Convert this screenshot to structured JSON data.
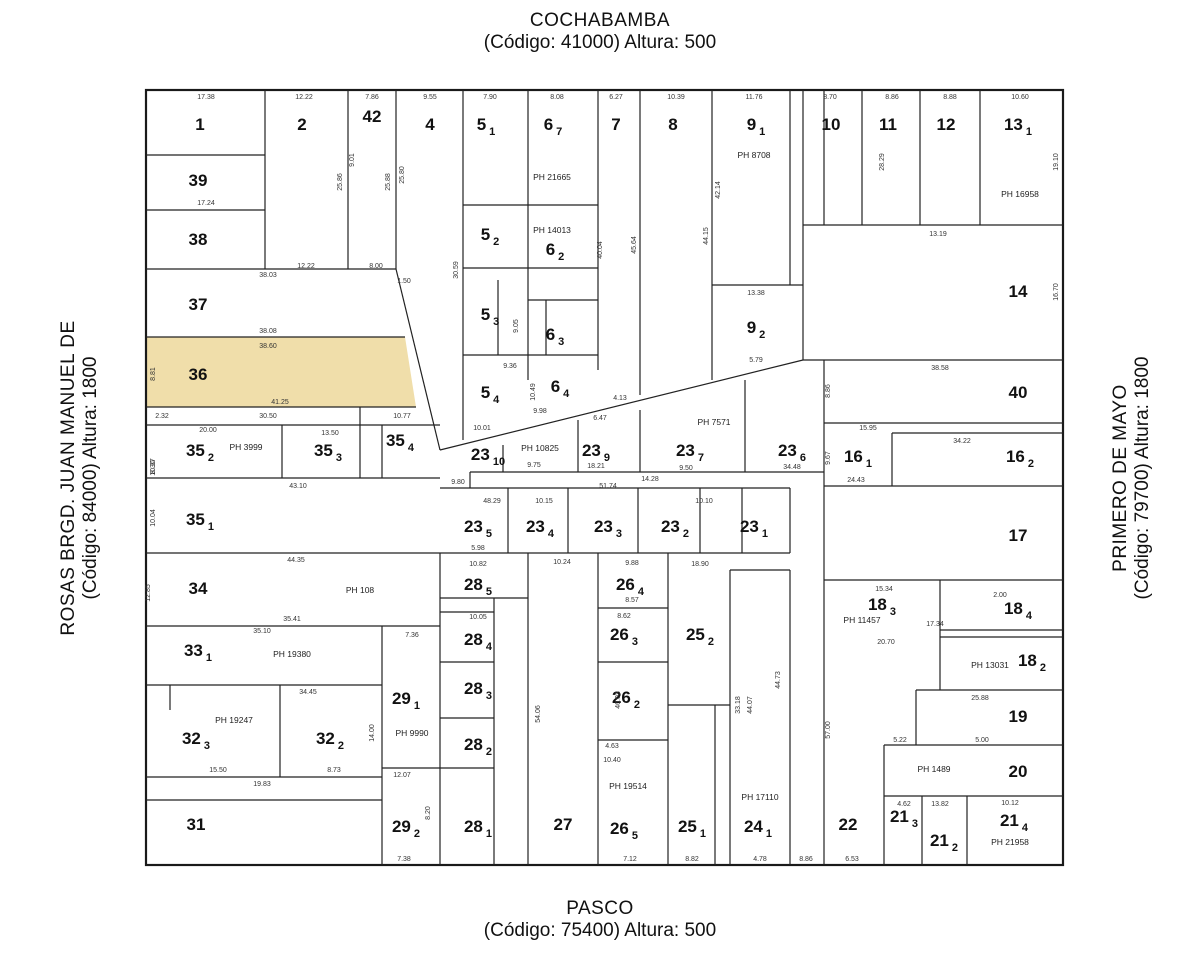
{
  "streets": {
    "top": {
      "name": "COCHABAMBA",
      "code": "(Código: 41000) Altura: 500"
    },
    "bottom": {
      "name": "PASCO",
      "code": "(Código: 75400) Altura: 500"
    },
    "left": {
      "name": "ROSAS BRGD. JUAN MANUEL DE",
      "code": "(Código: 84000) Altura: 1800"
    },
    "right": {
      "name": "PRIMERO DE MAYO",
      "code": "(Código: 79700) Altura: 1800"
    }
  },
  "colors": {
    "highlight": "#f0deaa",
    "line": "#222222"
  },
  "highlighted_parcel": "36",
  "parcels": [
    {
      "n": "1",
      "s": ""
    },
    {
      "n": "2",
      "s": ""
    },
    {
      "n": "42",
      "s": ""
    },
    {
      "n": "4",
      "s": ""
    },
    {
      "n": "5",
      "s": "1"
    },
    {
      "n": "6",
      "s": "7"
    },
    {
      "n": "7",
      "s": ""
    },
    {
      "n": "8",
      "s": ""
    },
    {
      "n": "9",
      "s": "1"
    },
    {
      "n": "10",
      "s": ""
    },
    {
      "n": "11",
      "s": ""
    },
    {
      "n": "12",
      "s": ""
    },
    {
      "n": "13",
      "s": "1"
    },
    {
      "n": "39",
      "s": ""
    },
    {
      "n": "38",
      "s": ""
    },
    {
      "n": "37",
      "s": ""
    },
    {
      "n": "36",
      "s": ""
    },
    {
      "n": "14",
      "s": ""
    },
    {
      "n": "5",
      "s": "2"
    },
    {
      "n": "6",
      "s": "2"
    },
    {
      "n": "5",
      "s": "3"
    },
    {
      "n": "6",
      "s": "3"
    },
    {
      "n": "9",
      "s": "2"
    },
    {
      "n": "5",
      "s": "4"
    },
    {
      "n": "6",
      "s": "4"
    },
    {
      "n": "40",
      "s": ""
    },
    {
      "n": "35",
      "s": "2"
    },
    {
      "n": "35",
      "s": "3"
    },
    {
      "n": "35",
      "s": "4"
    },
    {
      "n": "23",
      "s": "10"
    },
    {
      "n": "23",
      "s": "9"
    },
    {
      "n": "23",
      "s": "7"
    },
    {
      "n": "23",
      "s": "6"
    },
    {
      "n": "16",
      "s": "1"
    },
    {
      "n": "16",
      "s": "2"
    },
    {
      "n": "35",
      "s": "1"
    },
    {
      "n": "23",
      "s": "5"
    },
    {
      "n": "23",
      "s": "4"
    },
    {
      "n": "23",
      "s": "3"
    },
    {
      "n": "23",
      "s": "2"
    },
    {
      "n": "23",
      "s": "1"
    },
    {
      "n": "17",
      "s": ""
    },
    {
      "n": "34",
      "s": ""
    },
    {
      "n": "28",
      "s": "5"
    },
    {
      "n": "26",
      "s": "4"
    },
    {
      "n": "18",
      "s": "3"
    },
    {
      "n": "18",
      "s": "4"
    },
    {
      "n": "33",
      "s": "1"
    },
    {
      "n": "28",
      "s": "4"
    },
    {
      "n": "26",
      "s": "3"
    },
    {
      "n": "25",
      "s": "2"
    },
    {
      "n": "18",
      "s": "2"
    },
    {
      "n": "29",
      "s": "1"
    },
    {
      "n": "28",
      "s": "3"
    },
    {
      "n": "26",
      "s": "2"
    },
    {
      "n": "19",
      "s": ""
    },
    {
      "n": "32",
      "s": "3"
    },
    {
      "n": "32",
      "s": "2"
    },
    {
      "n": "28",
      "s": "2"
    },
    {
      "n": "20",
      "s": ""
    },
    {
      "n": "31",
      "s": ""
    },
    {
      "n": "29",
      "s": "2"
    },
    {
      "n": "28",
      "s": "1"
    },
    {
      "n": "27",
      "s": ""
    },
    {
      "n": "26",
      "s": "5"
    },
    {
      "n": "25",
      "s": "1"
    },
    {
      "n": "24",
      "s": "1"
    },
    {
      "n": "22",
      "s": ""
    },
    {
      "n": "21",
      "s": "3"
    },
    {
      "n": "21",
      "s": "2"
    },
    {
      "n": "21",
      "s": "4"
    }
  ],
  "ph_labels": [
    "PH 8708",
    "PH 21665",
    "PH 16958",
    "PH 14013",
    "PH 3999",
    "PH 10825",
    "PH 7571",
    "PH 108",
    "PH 11457",
    "PH 19380",
    "PH 13031",
    "PH 9990",
    "PH 19247",
    "PH 1489",
    "PH 19514",
    "PH 17110",
    "PH 21958"
  ],
  "dimensions": [
    "17.38",
    "12.22",
    "7.86",
    "9.55",
    "7.90",
    "8.08",
    "6.27",
    "10.39",
    "11.76",
    "8.70",
    "8.86",
    "8.88",
    "10.60",
    "9.01",
    "25.86",
    "25.88",
    "25.80",
    "30.59",
    "12.22",
    "8.00",
    "1.50",
    "17.24",
    "38.03",
    "38.08",
    "38.60",
    "41.25",
    "30.50",
    "2.32",
    "10.77",
    "20.00",
    "13.50",
    "43.10",
    "44.35",
    "35.41",
    "35.10",
    "34.45",
    "19.83",
    "15.50",
    "8.73",
    "7.36",
    "7.38",
    "12.07",
    "10.82",
    "10.05",
    "10.24",
    "7.12",
    "8.82",
    "4.78",
    "8.86",
    "6.53",
    "13.82",
    "10.12",
    "10.15",
    "10.10",
    "5.98",
    "48.29",
    "51.74",
    "14.28",
    "9.75",
    "18.21",
    "9.50",
    "34.48",
    "15.95",
    "24.43",
    "34.22",
    "38.58",
    "13.19",
    "13.38",
    "5.79",
    "9.36",
    "10.01",
    "9.98",
    "6.47",
    "4.13",
    "9.80",
    "9.88",
    "8.57",
    "8.62",
    "18.90",
    "15.34",
    "2.00",
    "17.34",
    "20.70",
    "25.88",
    "5.00",
    "5.22",
    "4.62",
    "4.63",
    "10.40",
    "12.85",
    "14.00",
    "8.20",
    "8.30",
    "10.37",
    "10.04",
    "8.81",
    "9.67",
    "10.49",
    "9.05",
    "8.86",
    "16.70",
    "19.10",
    "28.29",
    "42.14",
    "44.15",
    "45.64",
    "40.04",
    "46.03",
    "54.06",
    "44.73",
    "44.07",
    "33.18",
    "57.00"
  ]
}
